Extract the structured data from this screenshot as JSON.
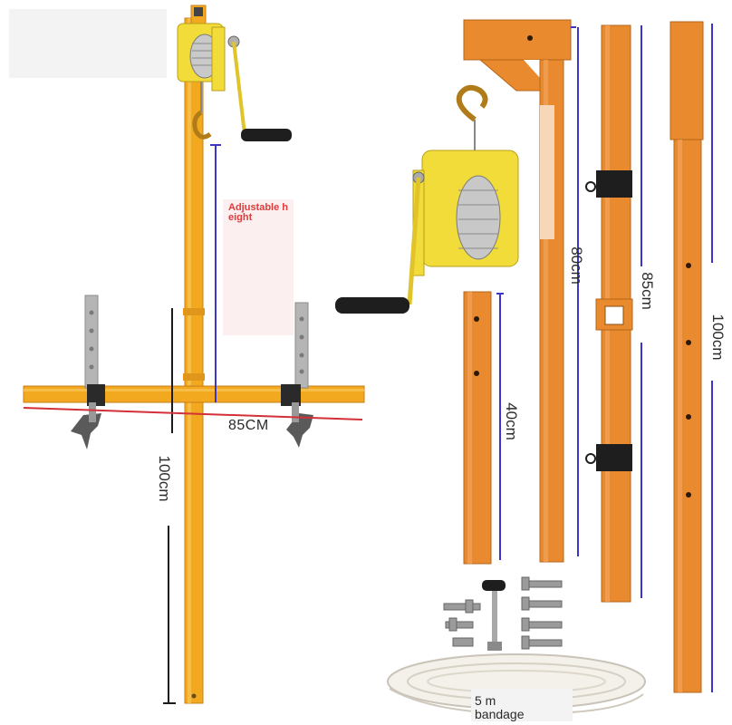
{
  "annotations": {
    "adjustable_height": "Adjustable height",
    "width_left": "85CM",
    "pole_left": "100cm",
    "piece_40": "40cm",
    "piece_80": "80cm",
    "piece_85": "85cm",
    "piece_100": "100cm",
    "bandage": "5 m bandage"
  },
  "colors": {
    "steel_orange": "#e98a2e",
    "frame_yellow": "#f2a91f",
    "winch_yellow": "#f2dc3a",
    "dimension_blue": "#3b36c8",
    "dimension_red": "#d2303a"
  }
}
